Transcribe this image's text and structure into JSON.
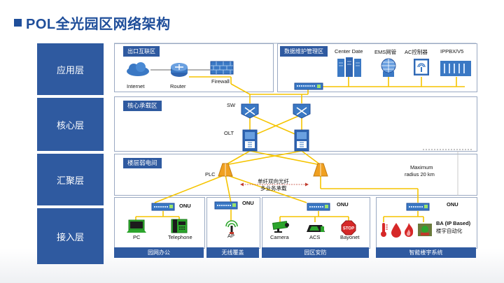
{
  "title": "POL全光园区网络架构",
  "layers": {
    "app": "应用层",
    "core": "核心层",
    "agg": "汇聚层",
    "access": "接入层"
  },
  "app_layer": {
    "left_panel_title": "出口互联区",
    "internet": "Internet",
    "router": "Router",
    "firewall": "Firewall",
    "right_panel_title": "数据维护管理区",
    "center_date": "Center  Date",
    "ems": "EMS网管",
    "ac": "AC控制器",
    "ippbx": "IPPBX/V5"
  },
  "core_layer": {
    "panel_title": "核心承载区",
    "sw": "SW",
    "olt": "OLT"
  },
  "agg_layer": {
    "panel_title": "楼层弱电间",
    "plc": "PLC",
    "fiber_line1": "单纤双向光纤",
    "fiber_line2": "多业务承载",
    "max_radius_line1": "Maximum",
    "max_radius_line2": "radius 20  km"
  },
  "access_layer": {
    "onu": "ONU",
    "office": {
      "pc": "PC",
      "telephone": "Telephone",
      "footer": "园网办公"
    },
    "wireless": {
      "ap": "AP",
      "footer": "无线覆盖"
    },
    "security": {
      "camera": "Camera",
      "acs": "ACS",
      "bayonet": "Bayonet",
      "footer": "园区安防"
    },
    "building": {
      "ba_line1": "BA (IP Based)",
      "ba_line2": "楼宇自动化",
      "footer": "智能楼宇系统"
    }
  },
  "colors": {
    "layer_blue": "#2f5aa0",
    "title_blue": "#1f4e9a",
    "fiber_yellow": "#f5c400",
    "device_blue": "#3a78c4"
  }
}
